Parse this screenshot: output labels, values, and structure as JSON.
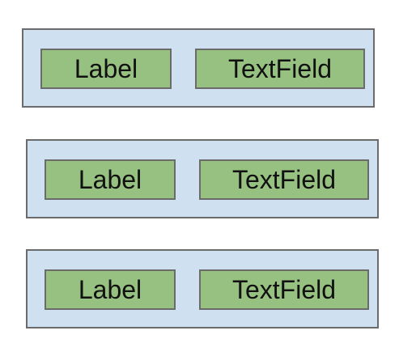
{
  "rows": [
    {
      "label": "Label",
      "field": "TextField"
    },
    {
      "label": "Label",
      "field": "TextField"
    },
    {
      "label": "Label",
      "field": "TextField"
    }
  ],
  "colors": {
    "row_fill": "#cfe0f0",
    "box_fill": "#96c181",
    "border": "#6b6b6b",
    "text": "#111111"
  }
}
